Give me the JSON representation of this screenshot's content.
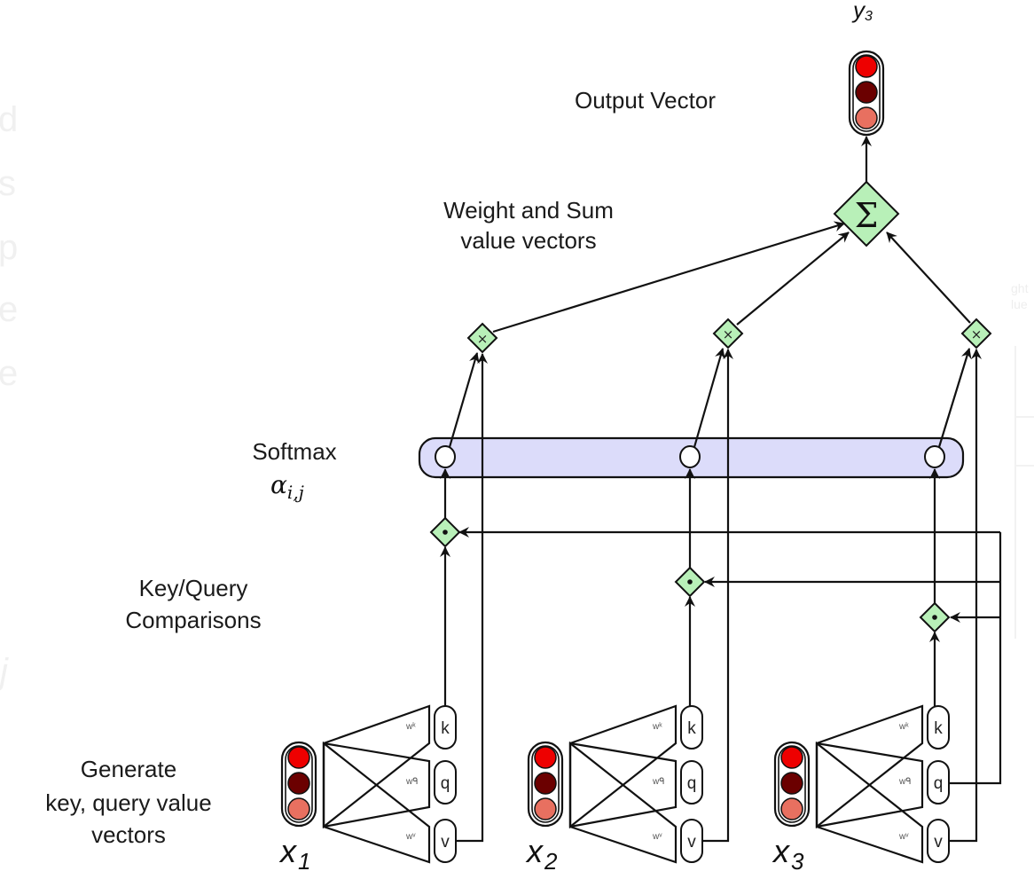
{
  "output": {
    "label_y": "y",
    "label_y_sub": "3",
    "title": "Output Vector"
  },
  "labels": {
    "weight_sum_line1": "Weight and Sum",
    "weight_sum_line2": "value vectors",
    "softmax": "Softmax",
    "alpha_symbol": "α",
    "alpha_sub": "i,j",
    "kq_line1": "Key/Query",
    "kq_line2": "Comparisons",
    "gen_line1": "Generate",
    "gen_line2": "key, query value",
    "gen_line3": "vectors"
  },
  "ops": {
    "sum_symbol": "Σ",
    "multiply_symbol": "×",
    "dot_symbol": "•"
  },
  "inputs": [
    {
      "name": "x",
      "sub": "1",
      "k": "k",
      "q": "q",
      "v": "v",
      "wk": "wᵏ",
      "wq": "wᑫ",
      "wv": "wᵛ"
    },
    {
      "name": "x",
      "sub": "2",
      "k": "k",
      "q": "q",
      "v": "v",
      "wk": "wᵏ",
      "wq": "wᑫ",
      "wv": "wᵛ"
    },
    {
      "name": "x",
      "sub": "3",
      "k": "k",
      "q": "q",
      "v": "v",
      "wk": "wᵏ",
      "wq": "wᑫ",
      "wv": "wᵛ"
    }
  ],
  "colors": {
    "vector_top": "#ee0000",
    "vector_mid": "#6b0000",
    "vector_bottom": "#e87060",
    "op_fill": "#b8f0b8",
    "softmax_fill": "#dcdcfa"
  },
  "ghost_text": {
    "left": [
      "d",
      "s",
      "p",
      "e",
      "e",
      "j"
    ],
    "right": [
      "ght",
      "lue"
    ]
  }
}
